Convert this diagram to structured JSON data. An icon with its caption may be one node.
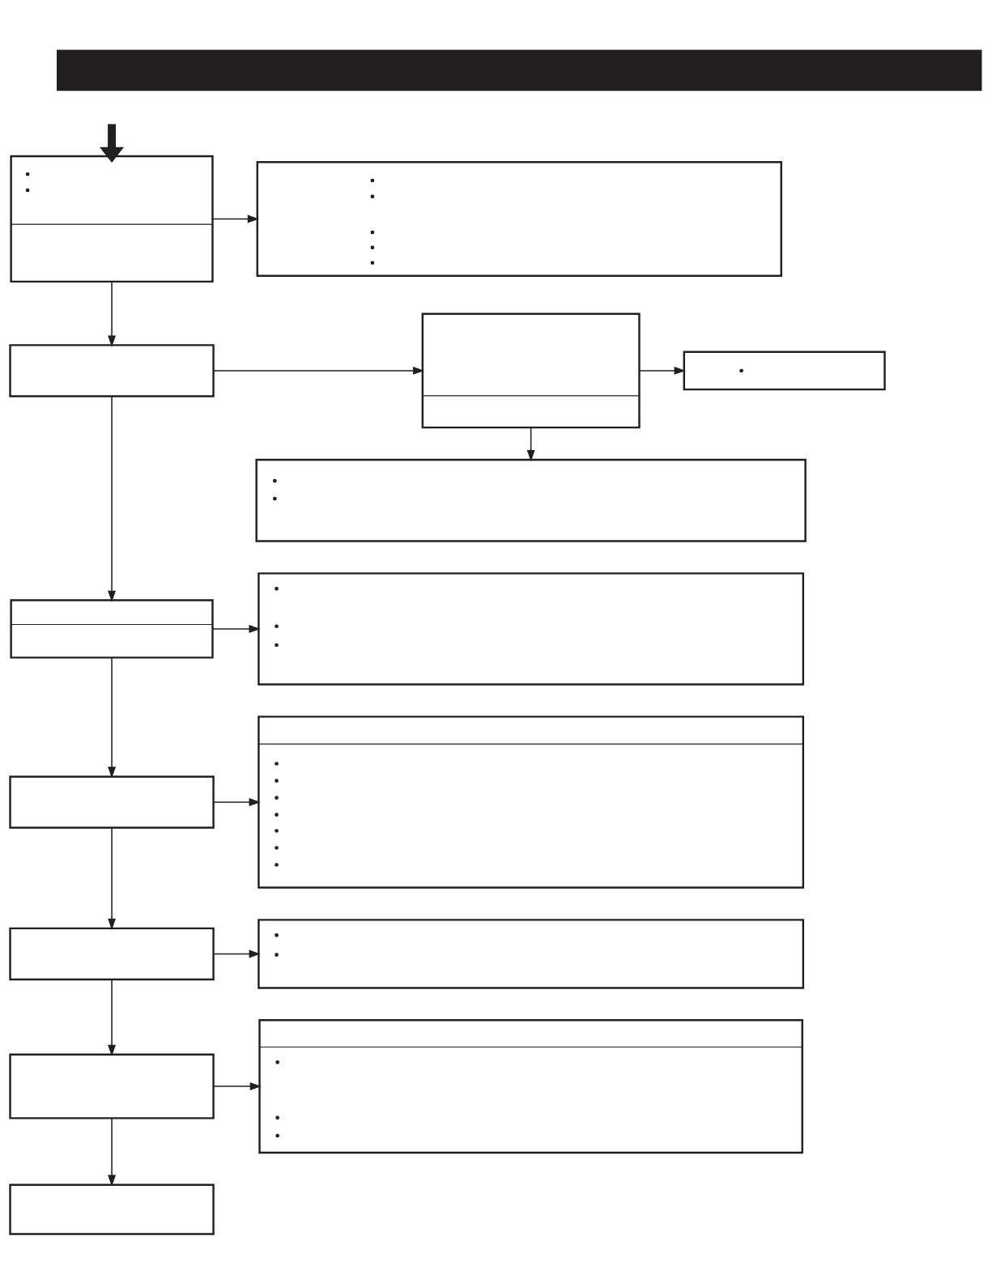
{
  "diagram": {
    "nodes": [
      {
        "text": [],
        "shape": "bar"
      },
      {
        "text": [],
        "shape": "box"
      },
      {
        "text": [],
        "shape": "box"
      },
      {
        "text": [],
        "shape": "box"
      },
      {
        "text": [],
        "shape": "box"
      },
      {
        "text": [],
        "shape": "box"
      },
      {
        "text": [],
        "shape": "box"
      },
      {
        "text": [],
        "shape": "box"
      },
      {
        "text": [],
        "shape": "box"
      },
      {
        "text": [],
        "shape": "box"
      },
      {
        "text": [],
        "shape": "box"
      },
      {
        "text": [],
        "shape": "box"
      },
      {
        "text": [],
        "shape": "box"
      },
      {
        "text": [],
        "shape": "box"
      },
      {
        "text": [],
        "shape": "box"
      },
      {
        "text": [],
        "shape": "box"
      }
    ],
    "edges": [
      {
        "from": null,
        "to": 1,
        "arrow": "to",
        "style": "thick"
      },
      {
        "from": 1,
        "to": 2,
        "arrow": "to"
      },
      {
        "from": 1,
        "to": 3,
        "arrow": "to"
      },
      {
        "from": 3,
        "to": 4,
        "arrow": "to"
      },
      {
        "from": 4,
        "to": 5,
        "arrow": "to"
      },
      {
        "from": 4,
        "to": 6,
        "arrow": "to"
      },
      {
        "from": 3,
        "to": 7,
        "arrow": "to"
      },
      {
        "from": 7,
        "to": 8,
        "arrow": "to"
      },
      {
        "from": 7,
        "to": 9,
        "arrow": "to"
      },
      {
        "from": 9,
        "to": 10,
        "arrow": "to"
      },
      {
        "from": 9,
        "to": 11,
        "arrow": "to"
      },
      {
        "from": 11,
        "to": 12,
        "arrow": "to"
      },
      {
        "from": 11,
        "to": 13,
        "arrow": "to"
      },
      {
        "from": 13,
        "to": 14,
        "arrow": "to"
      },
      {
        "from": 13,
        "to": 15,
        "arrow": "to"
      }
    ]
  }
}
